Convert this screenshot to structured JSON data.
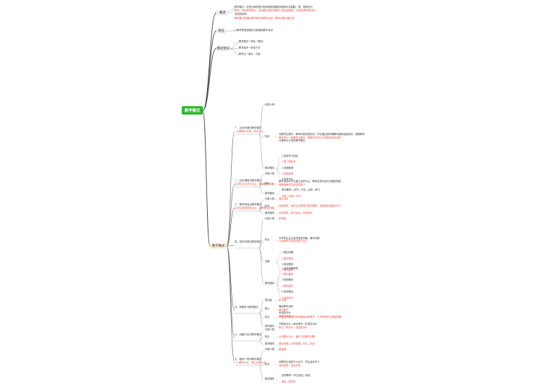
{
  "root": "教学模式",
  "branches": {
    "gaishu": {
      "label": "概述",
      "lines": [
        "教学模式，也是大纲的里边较体现各重要的组成部分(重要)，是：使师生的",
        "教学、同步教学模式，给出教学相互信教学工程化的稳定，指导的教学系统化",
        "活动的结构。",
        "教学模式是通过教学模式的教学活动，教学过程中建立的"
      ]
    },
    "diwei": {
      "label": "地位",
      "text": "以教学思想或理论为基础的教学活动"
    },
    "moshi": {
      "label": "模式划分",
      "items": [
        "教学模式一体化（理论）",
        "教学技术一体化方式",
        "教学过一体化，方案"
      ]
    },
    "main": {
      "label": "教学模式",
      "sections": [
        {
          "title": "一、示范/传授式教学模式",
          "subtitle": "（以教师为主体、学生为主）",
          "children": [
            {
              "k": "代表人物",
              "v": ""
            },
            {
              "k": "特点",
              "lines": [
                "在教学过程中，教师系统讲授知识，学生通过感知理解巩固和运用知识，重视教学",
                "模式作为一种教学过程中，遵循学生的认识规律逐步形成的",
                "以教师为主导的教学模式"
              ]
            },
            {
              "k": "基本程序",
              "items": [
                "1.激发学习动机",
                "2.复习旧知识",
                "3.讲授新课",
                "4.巩固运用",
                "5.检查评价"
              ]
            }
          ]
        },
        {
          "title": "二、自学/辅导式教学模式",
          "subtitle": "(以学生自主学习为主，教师指导为辅)",
          "children": [
            {
              "k": "代表人物",
              "v": ""
            },
            {
              "k": "特点",
              "lines": [
                "教学活动以学生独立自学为主，教师在其中给予必要的指导",
                "能够培养学生的自学能力"
              ]
            },
            {
              "k": "基本程序",
              "items": [
                "提出要求—自学—讨论—启发—练习",
                "总结—巩固—评价"
              ]
            }
          ]
        },
        {
          "title": "三、情境/陶冶式教学模式",
          "subtitle": "(以学生情感体验为主，情境陶冶为辅)",
          "children": [
            {
              "k": "代表人物",
              "v": "洛扎诺夫"
            },
            {
              "k": "特点",
              "v": "创设情境，使学生在情境中受到熏陶，在愉快的氛围中学习"
            },
            {
              "k": "基本程序",
              "v": "创设情境—参与活动—总结转化"
            }
          ]
        },
        {
          "title": "四、探究/发现式教学模式",
          "subtitle": "",
          "children": [
            {
              "k": "代表人物",
              "v": "布鲁纳"
            },
            {
              "k": "特点",
              "lines": [
                "引导学生自主探究发现问题，解决问题",
                "以培养学生的探究能力为主"
              ]
            },
            {
              "k": "流程",
              "items": [
                "1.提出问题",
                "2.建立假设",
                "3.验证假设",
                "4.得出结论"
              ]
            },
            {
              "k": "基本程序",
              "items": [
                "1.创设问题情境",
                "2.提出假设",
                "3.检验假设",
                "4.得出结论",
                "5.形成概念",
                "6.总结评价"
              ]
            }
          ]
        },
        {
          "title": "五、掌握学习教学模式",
          "subtitle": "",
          "children": [
            {
              "k": "提出者",
              "v": "布卢姆"
            },
            {
              "k": "核心",
              "lines": [
                "确定教学目标",
                "单元教学",
                "形成性评价",
                "矫正与巩固"
              ]
            },
            {
              "k": "特点",
              "v": "只要给予足够的时间和适当的教学，几乎所有学生都能掌握"
            },
            {
              "k": "基本程序",
              "lines": [
                "诊断性评价—单元教学—形成性评价",
                "矫正—再评价—总结性评价"
              ]
            }
          ]
        },
        {
          "title": "六、问题/讨论式教学模式",
          "subtitle": "",
          "children": [
            {
              "k": "代表人物",
              "v": ""
            },
            {
              "k": "特点",
              "v": "以问题为中心，通过讨论解决问题"
            },
            {
              "k": "基本程序",
              "v": "提出问题—分析问题—讨论—总结"
            }
          ]
        },
        {
          "title": "七、程序/个别化教学模式",
          "subtitle": "（以教材为主，学生自学为主）",
          "children": [
            {
              "k": "代表人物",
              "v": "斯金纳"
            },
            {
              "k": "特点",
              "lines": [
                "将教材分成若干小步子，学生逐步学习",
                "及时反馈，自定步调"
              ]
            },
            {
              "k": "基本程序",
              "items": [
                "呈现教材—学生反应—强化",
                "确认—再进行"
              ]
            }
          ]
        }
      ]
    }
  }
}
